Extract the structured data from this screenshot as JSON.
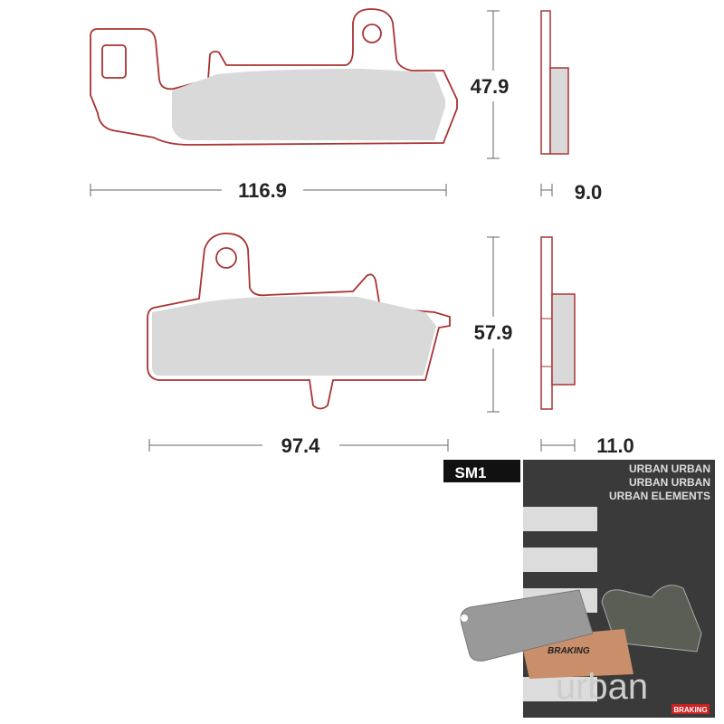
{
  "drawing": {
    "pad1": {
      "width": "116.9",
      "height": "47.9",
      "thickness": "9.0"
    },
    "pad2": {
      "width": "97.4",
      "height": "57.9",
      "thickness": "11.0"
    }
  },
  "product": {
    "code": "SM1",
    "banner_lines": [
      "URBAN URBAN",
      "URBAN URBAN",
      "URBAN ELEMENTS"
    ],
    "pad_brand": "BRAKING",
    "logo_text": "urban",
    "logo_sub": "BRAKING"
  },
  "colors": {
    "friction": "#d9d9d9",
    "outline": "#b0382a",
    "photo_bg": "#3a3a3a",
    "copper": "#c98e6a"
  }
}
